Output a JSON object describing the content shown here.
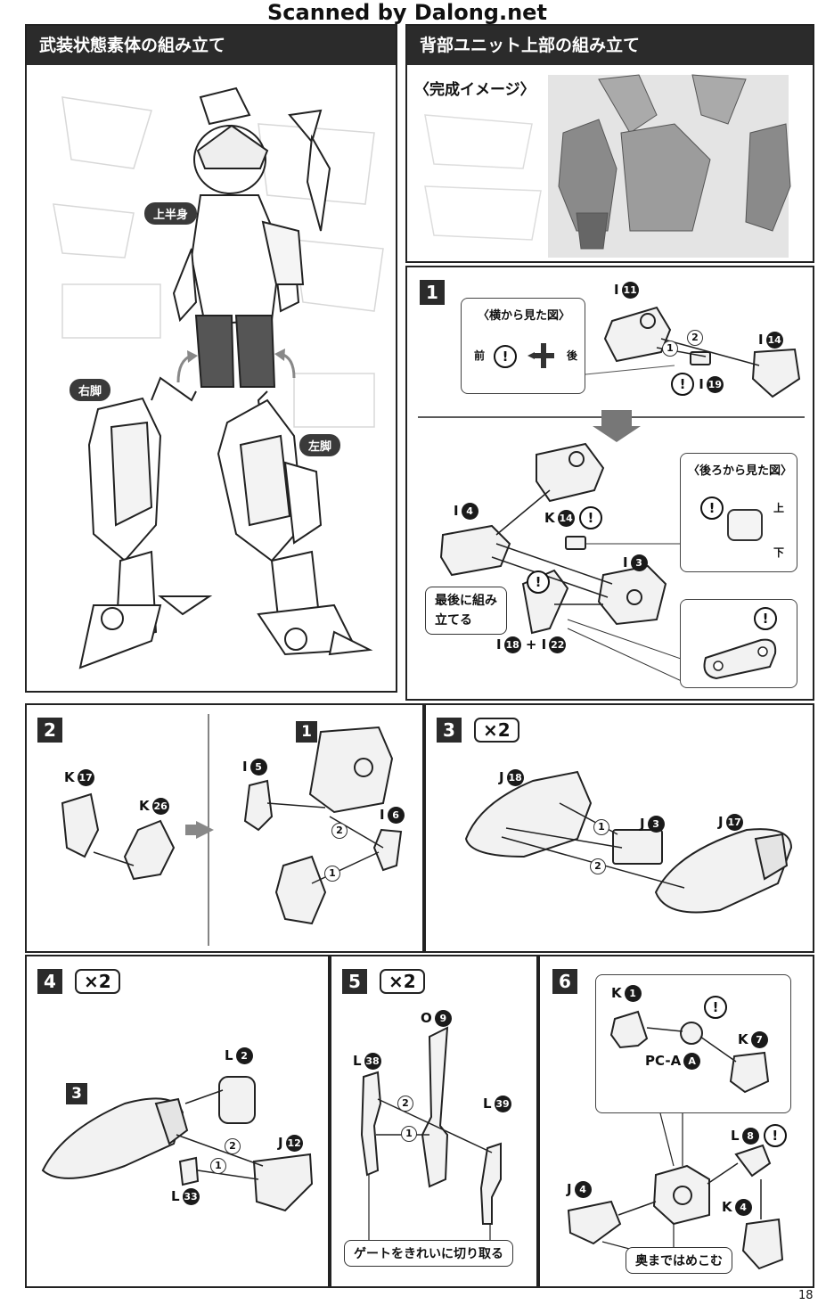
{
  "watermark": "Scanned by Dalong.net",
  "page_number": "18",
  "sections": {
    "left_header": "武装状態素体の組み立て",
    "right_header": "背部ユニット上部の組み立て",
    "completion_label": "〈完成イメージ〉"
  },
  "figure_a": {
    "upper_body": "上半身",
    "right_leg": "右脚",
    "left_leg": "左脚"
  },
  "step1": {
    "num": "1",
    "side_view_title": "〈横から見た図〉",
    "front": "前",
    "back": "後",
    "rear_view_title": "〈後ろから見た図〉",
    "up": "上",
    "down": "下",
    "final_note": "最後に組み\n立てる",
    "parts": {
      "i11": {
        "letter": "I",
        "num": "11"
      },
      "i14": {
        "letter": "I",
        "num": "14"
      },
      "i19": {
        "letter": "I",
        "num": "19"
      },
      "i4": {
        "letter": "I",
        "num": "4"
      },
      "k14": {
        "letter": "K",
        "num": "14"
      },
      "i3": {
        "letter": "I",
        "num": "3"
      },
      "i18": {
        "letter": "I",
        "num": "18"
      },
      "i22": {
        "letter": "I",
        "num": "22"
      },
      "plus": "+"
    },
    "order": [
      "1",
      "2"
    ]
  },
  "step2": {
    "num": "2",
    "ref_step": "1",
    "parts": {
      "k17": {
        "letter": "K",
        "num": "17"
      },
      "k26": {
        "letter": "K",
        "num": "26"
      },
      "i5": {
        "letter": "I",
        "num": "5"
      },
      "i6": {
        "letter": "I",
        "num": "6"
      }
    },
    "order": [
      "1",
      "2"
    ]
  },
  "step3": {
    "num": "3",
    "multiplier": "×2",
    "parts": {
      "j18": {
        "letter": "J",
        "num": "18"
      },
      "j3": {
        "letter": "J",
        "num": "3"
      },
      "j17": {
        "letter": "J",
        "num": "17"
      }
    },
    "order": [
      "1",
      "2"
    ]
  },
  "step4": {
    "num": "4",
    "multiplier": "×2",
    "ref_step": "3",
    "parts": {
      "l2": {
        "letter": "L",
        "num": "2"
      },
      "j12": {
        "letter": "J",
        "num": "12"
      },
      "l33": {
        "letter": "L",
        "num": "33"
      }
    },
    "order": [
      "1",
      "2"
    ]
  },
  "step5": {
    "num": "5",
    "multiplier": "×2",
    "parts": {
      "o9": {
        "letter": "O",
        "num": "9"
      },
      "l38": {
        "letter": "L",
        "num": "38"
      },
      "l39": {
        "letter": "L",
        "num": "39"
      }
    },
    "gate_note": "ゲートをきれいに切り取る",
    "order": [
      "1",
      "2"
    ]
  },
  "step6": {
    "num": "6",
    "parts": {
      "k1": {
        "letter": "K",
        "num": "1"
      },
      "k7": {
        "letter": "K",
        "num": "7"
      },
      "pca": {
        "letter": "PC-A",
        "num": "A"
      },
      "l8": {
        "letter": "L",
        "num": "8"
      },
      "j4": {
        "letter": "J",
        "num": "4"
      },
      "k4": {
        "letter": "K",
        "num": "4"
      }
    },
    "press_note": "奥まではめこむ"
  }
}
